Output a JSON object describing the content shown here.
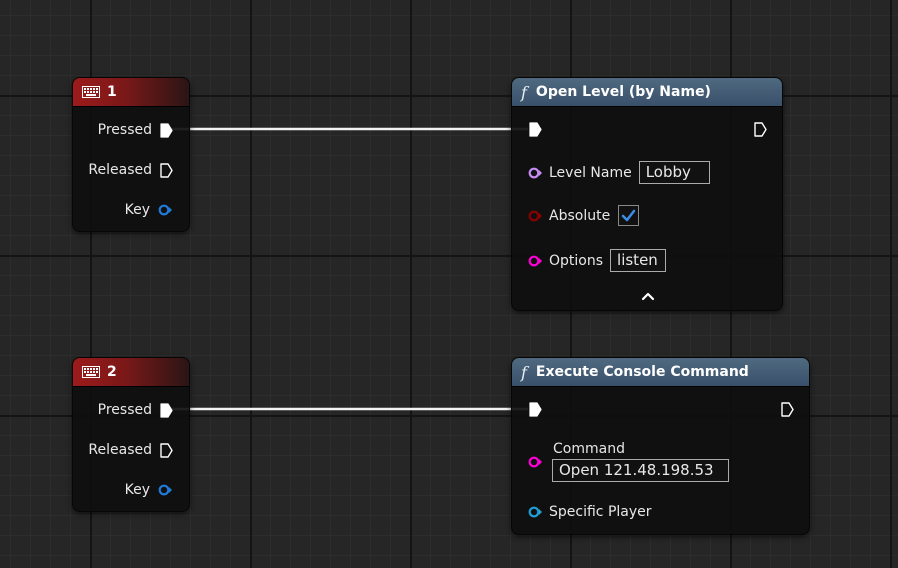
{
  "nodes": {
    "key1": {
      "title": "1",
      "pins": {
        "pressed": "Pressed",
        "released": "Released",
        "key": "Key"
      }
    },
    "key2": {
      "title": "2",
      "pins": {
        "pressed": "Pressed",
        "released": "Released",
        "key": "Key"
      }
    },
    "open_level": {
      "title": "Open Level (by Name)",
      "pins": {
        "level_name": "Level Name",
        "level_name_value": "Lobby",
        "absolute": "Absolute",
        "absolute_checked": true,
        "options": "Options",
        "options_value": "listen"
      }
    },
    "console_cmd": {
      "title": "Execute Console Command",
      "pins": {
        "command": "Command",
        "command_value": "Open 121.48.198.53",
        "specific_player": "Specific Player"
      }
    }
  },
  "icons": {
    "keyboard": "keyboard-icon",
    "function": "f",
    "exec": "exec-pin-icon",
    "expand": "chevron-up-icon"
  },
  "colors": {
    "name_pin": "#c58cf5",
    "bool_pin": "#8b0000",
    "string_pin": "#ff00d4",
    "struct_pin": "#1f7bd8",
    "object_pin": "#1e9fd6",
    "exec_pin": "#ffffff",
    "check": "#3d8dea"
  }
}
